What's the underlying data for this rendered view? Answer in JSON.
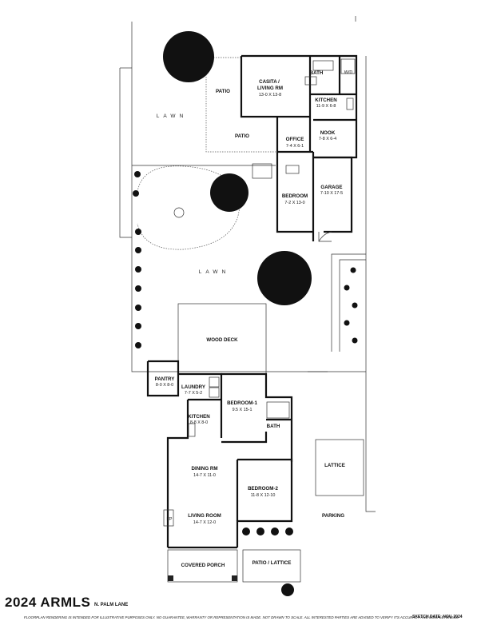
{
  "rooms": {
    "casita": {
      "name": "CASITA /",
      "name2": "LIVING RM",
      "dims": "13-0 X 13-8"
    },
    "bath_casita": {
      "name": "BATH"
    },
    "wd": {
      "name": "W/D"
    },
    "kitchen_casita": {
      "name": "KITCHEN",
      "dims": "11-9 X 6-8"
    },
    "office": {
      "name": "OFFICE",
      "dims": "7-4 X 6-1"
    },
    "nook": {
      "name": "NOOK",
      "dims": "7-8 X 6-4"
    },
    "garage": {
      "name": "GARAGE",
      "dims": "7-10 X 17-5"
    },
    "bedroom": {
      "name": "BEDROOM",
      "dims": "7-2 X 13-0"
    },
    "wood_deck": {
      "name": "WOOD DECK"
    },
    "pantry": {
      "name": "PANTRY",
      "dims": "8-0 X 8-0"
    },
    "laundry": {
      "name": "LAUNDRY",
      "dims": "7-7 X 5-2"
    },
    "bedroom1": {
      "name": "BEDROOM-1",
      "dims": "9.5 X 15-1"
    },
    "bath_main": {
      "name": "BATH"
    },
    "kitchen_main": {
      "name": "KITCHEN",
      "dims": "8-8 X 8-0"
    },
    "dining": {
      "name": "DINING RM",
      "dims": "14-7 X 11-0"
    },
    "bedroom2": {
      "name": "BEDROOM-2",
      "dims": "11-8 X 12-10"
    },
    "living": {
      "name": "LIVING ROOM",
      "dims": "14-7 X 12-0"
    },
    "covered_porch": {
      "name": "COVERED PORCH"
    },
    "patio_lattice": {
      "name": "PATIO / LATTICE"
    }
  },
  "outdoor": {
    "lawn_top": "LAWN",
    "lawn_mid": "LAWN",
    "patio_a": "PATIO",
    "patio_b": "PATIO",
    "lattice": "LATTICE",
    "parking": "PARKING",
    "fireplace": "FP"
  },
  "footer": {
    "copyright": "2024 ARMLS",
    "address": "N. PALM LANE",
    "disclaimer": "FLOORPLAN RENDERING IS INTENDED FOR ILLUSTRATIVE PURPOSES ONLY. NO GUARANTEE, WARRANTY OR REPRESENTATION IS MADE. NOT DRAWN TO SCALE. ALL INTERESTED PARTIES ARE ADVISED TO VERIFY ITS ACCURACY AND COMPLETENESS.",
    "sketch_date": "SKETCH DATE:  NOV. 2024"
  }
}
